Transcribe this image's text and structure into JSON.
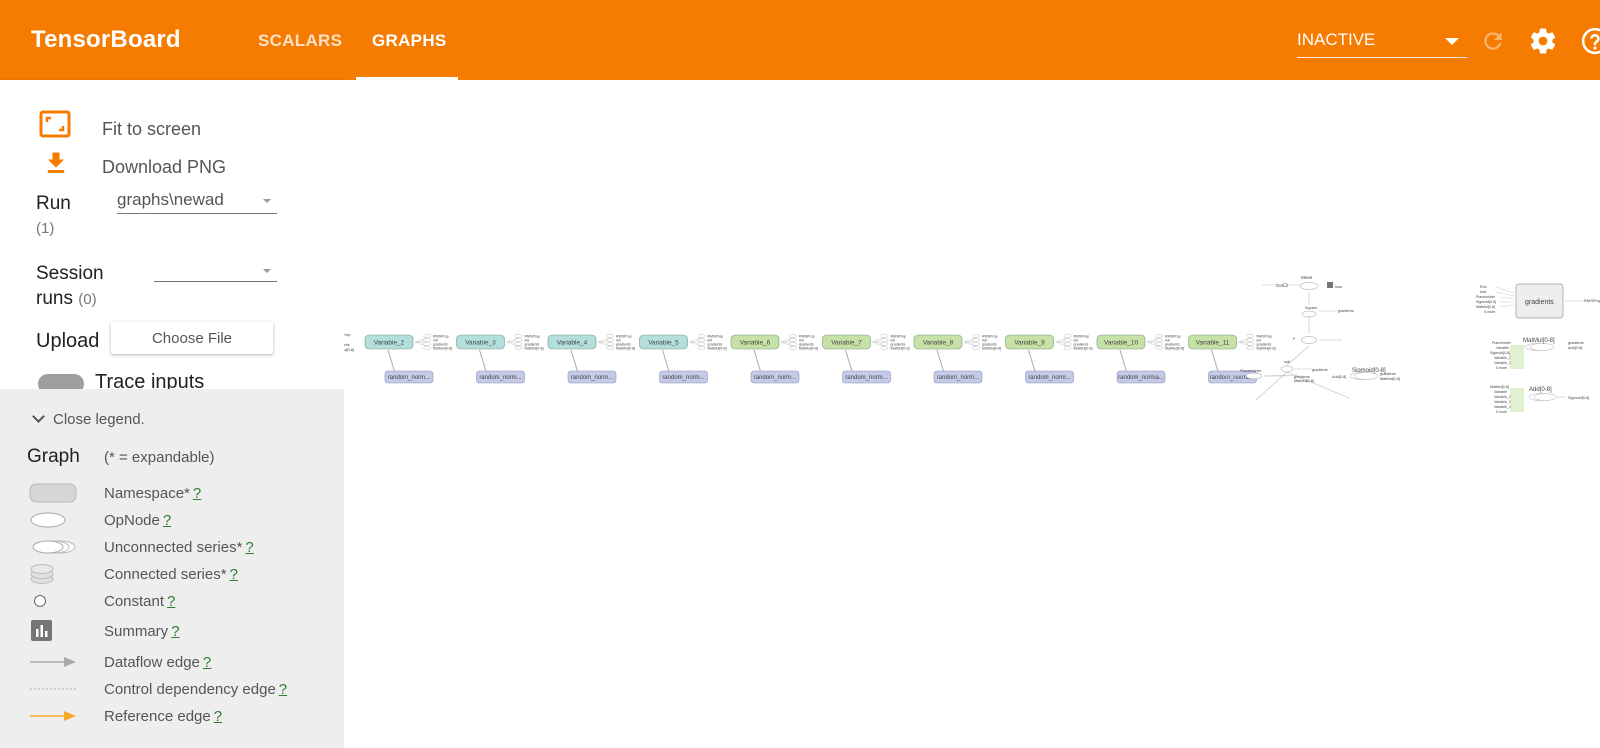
{
  "header": {
    "brand": "TensorBoard",
    "tabs": [
      {
        "label": "SCALARS",
        "active": false
      },
      {
        "label": "GRAPHS",
        "active": true
      }
    ],
    "run_status": "INACTIVE",
    "icons": [
      "refresh-icon",
      "settings-icon",
      "help-icon"
    ],
    "color": "#f57c00"
  },
  "controls": {
    "fit_to_screen": "Fit to screen",
    "download_png": "Download PNG",
    "run_label": "Run",
    "run_count": "(1)",
    "run_value": "graphs\\newad",
    "session_label": "Session runs",
    "session_count": "(0)",
    "session_value": "",
    "upload_label": "Upload",
    "choose_file": "Choose File",
    "trace_inputs": "Trace inputs"
  },
  "legend": {
    "toggle": "Close legend.",
    "title": "Graph",
    "subtitle": "(* = expandable)",
    "help_mark": "?",
    "items": [
      {
        "label": "Namespace*",
        "symbol": "namespace"
      },
      {
        "label": "OpNode",
        "symbol": "opnode"
      },
      {
        "label": "Unconnected series*",
        "symbol": "unconnected-series"
      },
      {
        "label": "Connected series*",
        "symbol": "connected-series"
      },
      {
        "label": "Constant",
        "symbol": "constant"
      },
      {
        "label": "Summary",
        "symbol": "summary"
      },
      {
        "label": "Dataflow edge",
        "symbol": "dataflow-edge"
      },
      {
        "label": "Control dependency edge",
        "symbol": "control-edge"
      },
      {
        "label": "Reference edge",
        "symbol": "reference-edge"
      }
    ]
  },
  "graph": {
    "variables": [
      {
        "name": "Variable_2",
        "color": "#b2dfdb",
        "child": "random_norm..."
      },
      {
        "name": "Variable_3",
        "color": "#b2dfdb",
        "child": "random_norm..."
      },
      {
        "name": "Variable_4",
        "color": "#b2dfdb",
        "child": "random_norm..."
      },
      {
        "name": "Variable_5",
        "color": "#b2dfdb",
        "child": "random_norm..."
      },
      {
        "name": "Variable_6",
        "color": "#c5e1a5",
        "child": "random_norm..."
      },
      {
        "name": "Variable_7",
        "color": "#c5e1a5",
        "child": "random_norm..."
      },
      {
        "name": "Variable_8",
        "color": "#c5e1a5",
        "child": "random_norm..."
      },
      {
        "name": "Variable_9",
        "color": "#c5e1a5",
        "child": "random_norm..."
      },
      {
        "name": "Variable_10",
        "color": "#c5e1a5",
        "child": "random_norma..."
      },
      {
        "name": "Variable_11",
        "color": "#c5e1a5",
        "child": "random_norma..."
      }
    ],
    "port_labels": [
      "RMSProp",
      "init",
      "gradients",
      "MatMul[0-8]"
    ],
    "right_nodes": {
      "gradients": "gradients",
      "matmul": "MatMul[0-8]",
      "add": "Add[0-8]",
      "sigmoid": "Sigmoid[0-8]",
      "mean": "Mean",
      "placeholder": "Placeholder"
    }
  }
}
